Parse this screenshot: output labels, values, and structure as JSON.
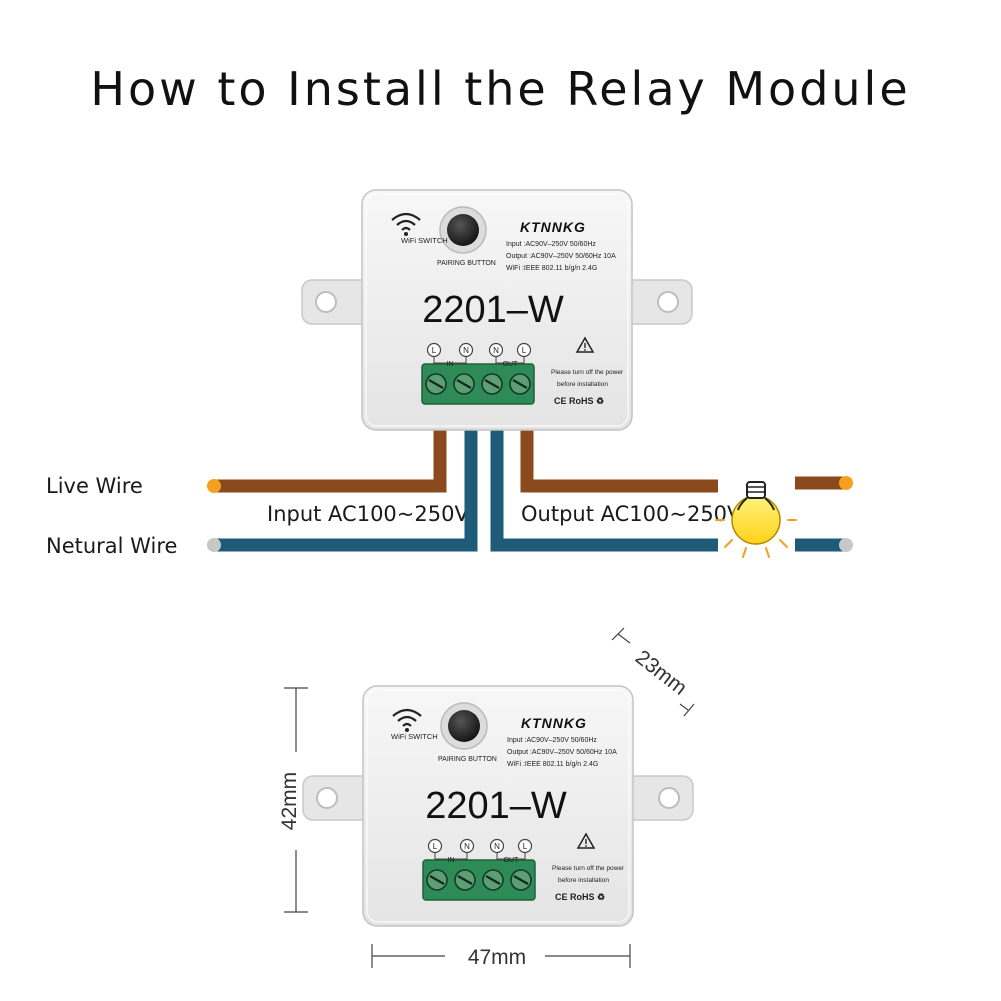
{
  "title": "How to Install the Relay Module",
  "labels": {
    "live_wire": "Live Wire",
    "neutral_wire": "Netural Wire",
    "input": "Input AC100~250V",
    "output": "Output AC100~250V"
  },
  "module": {
    "brand": "KTNNKG",
    "wifi_label": "WiFi SWITCH",
    "pairing_label": "PAIRING BUTTON",
    "model": "2201–W",
    "spec_input": "Input :AC90V–250V  50/60Hz",
    "spec_output": "Output :AC90V–250V  50/60Hz 10A",
    "spec_wifi": "WiFi :IEEE 802.11 b/g/n 2.4G",
    "terminals": [
      "L",
      "N",
      "N",
      "L"
    ],
    "terminal_in": "IN",
    "terminal_out": "OUT",
    "warning_line1": "Please turn off the power",
    "warning_line2": "before installation",
    "cert": "CE RoHS ♻"
  },
  "dimensions": {
    "width": "47mm",
    "height": "42mm",
    "depth": "23mm"
  },
  "colors": {
    "live": "#8B4A1E",
    "neutral": "#1E5B78",
    "live_end": "#F5A01E",
    "neutral_end": "#C8C8C8",
    "terminal_green": "#2E8B57",
    "bulb_yellow": "#FFE033",
    "module_body": "#ECECEC"
  },
  "icons": [
    "wifi-icon",
    "pairing-button-icon",
    "warning-icon",
    "light-bulb-icon"
  ]
}
